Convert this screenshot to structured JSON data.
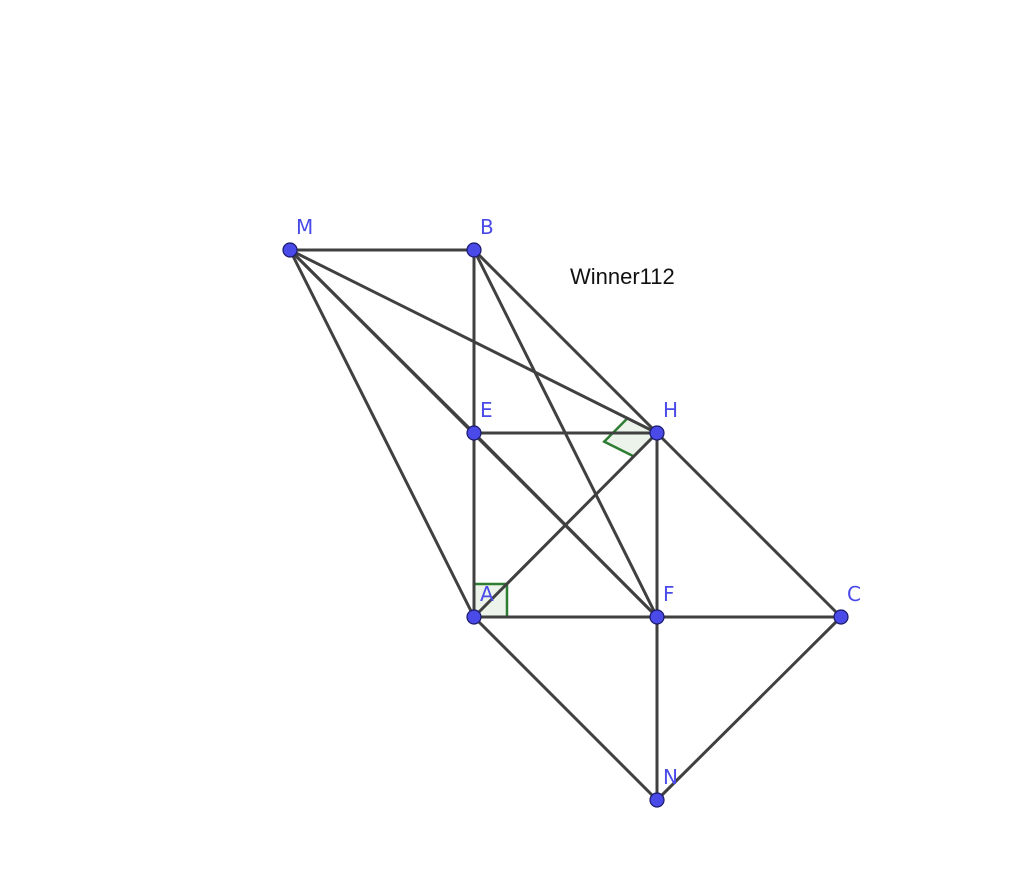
{
  "figure": {
    "caption": "Winner112",
    "colors": {
      "segment": "#404040",
      "point": "#4a4ae8",
      "label": "#4a4ae8",
      "right_angle_marker": "#2e7d32"
    },
    "points": [
      {
        "id": "M",
        "label": "M"
      },
      {
        "id": "B",
        "label": "B"
      },
      {
        "id": "E",
        "label": "E"
      },
      {
        "id": "H",
        "label": "H"
      },
      {
        "id": "A",
        "label": "A"
      },
      {
        "id": "F",
        "label": "F"
      },
      {
        "id": "C",
        "label": "C"
      },
      {
        "id": "N",
        "label": "N"
      }
    ],
    "segments": [
      [
        "M",
        "B"
      ],
      [
        "M",
        "H"
      ],
      [
        "M",
        "E"
      ],
      [
        "M",
        "F"
      ],
      [
        "M",
        "A"
      ],
      [
        "B",
        "E"
      ],
      [
        "B",
        "H"
      ],
      [
        "B",
        "F"
      ],
      [
        "E",
        "H"
      ],
      [
        "E",
        "A"
      ],
      [
        "E",
        "F"
      ],
      [
        "H",
        "F"
      ],
      [
        "H",
        "A"
      ],
      [
        "H",
        "C"
      ],
      [
        "A",
        "F"
      ],
      [
        "F",
        "C"
      ],
      [
        "A",
        "N"
      ],
      [
        "F",
        "N"
      ],
      [
        "C",
        "N"
      ]
    ],
    "right_angles": [
      {
        "vertex": "A",
        "between": [
          "E",
          "F"
        ]
      },
      {
        "vertex": "H",
        "between": [
          "M",
          "A"
        ]
      }
    ]
  }
}
